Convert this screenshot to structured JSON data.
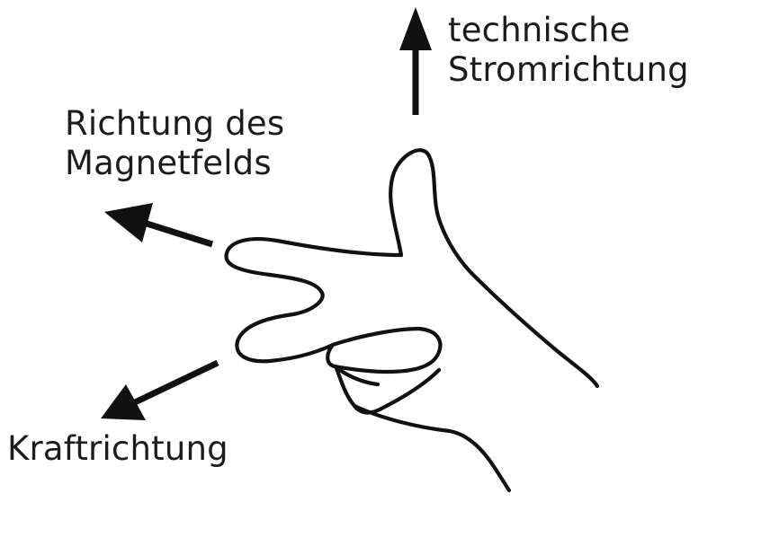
{
  "labels": {
    "current_direction": [
      "technische",
      "Stromrichtung"
    ],
    "field_direction": [
      "Richtung des",
      "Magnetfelds"
    ],
    "force_direction": "Kraftrichtung"
  },
  "colors": {
    "ink": "#111111",
    "background": "#ffffff"
  }
}
